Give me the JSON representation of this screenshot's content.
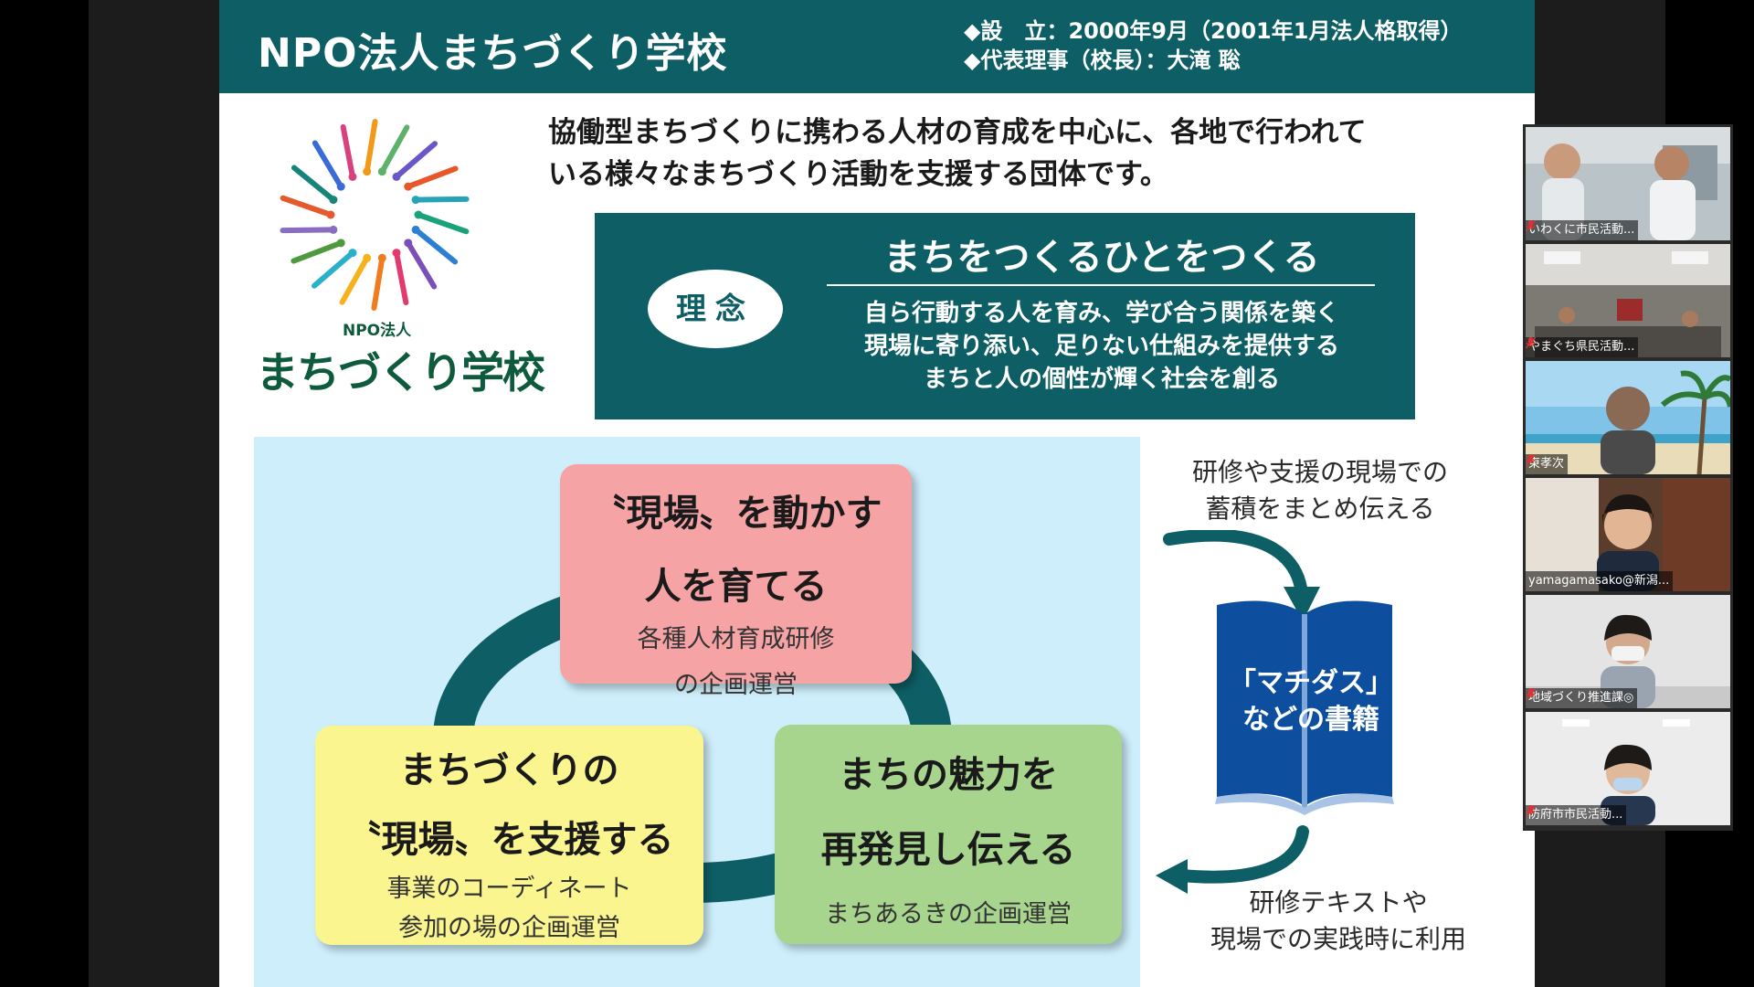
{
  "slide": {
    "org_name": "NPO法人まちづくり学校",
    "founded": "◆設　立：2000年9月（2001年1月法人格取得）",
    "director": "◆代表理事（校長）：大滝 聡",
    "logo_npo": "NPO法人",
    "logo_name": "まちづくり学校",
    "intro_lines": [
      "協働型まちづくりに携わる人材の育成を中心に、各地で行われて",
      "いる様々なまちづくり活動を支援する団体です。"
    ],
    "rinen": {
      "badge": "理念",
      "title": "まちをつくるひとをつくる",
      "lines": [
        "自ら行動する人を育み、学び合う関係を築く",
        "現場に寄り添い、足りない仕組みを提供する",
        "まちと人の個性が輝く社会を創る"
      ]
    },
    "nodes": {
      "top": {
        "title_lines": [
          "〝現場〟を動かす",
          "人を育てる"
        ],
        "desc_lines": [
          "各種人材育成研修",
          "の企画運営"
        ]
      },
      "left": {
        "title_lines": [
          "まちづくりの",
          "〝現場〟を支援する"
        ],
        "desc_lines": [
          "事業のコーディネート",
          "参加の場の企画運営"
        ]
      },
      "right": {
        "title_lines": [
          "まちの魅力を",
          "再発見し伝える"
        ],
        "desc_lines": [
          "まちあるきの企画運営"
        ]
      }
    },
    "book": {
      "top_lines": [
        "研修や支援の現場での",
        "蓄積をまとめ伝える"
      ],
      "title_lines": [
        "「マチダス」",
        "などの書籍"
      ],
      "bottom_lines": [
        "研修テキストや",
        "現場での実践時に利用"
      ]
    }
  },
  "participants": [
    {
      "name": "いわくに市民活動..."
    },
    {
      "name": "やまぐち県民活動..."
    },
    {
      "name": "東孝次"
    },
    {
      "name": "yamagamasako@新潟..."
    },
    {
      "name": "地域づくり推進課◎"
    },
    {
      "name": "防府市市民活動..."
    }
  ],
  "colors": {
    "header_teal": "#0e5f65",
    "node_pink": "#f6a3a5",
    "node_yellow": "#fbf58f",
    "node_green": "#a7d58e",
    "panel_blue": "#cdeefa",
    "book_blue": "#0d4f9e",
    "active_speaker": "#f0d200",
    "muted_mic": "#e03030"
  }
}
